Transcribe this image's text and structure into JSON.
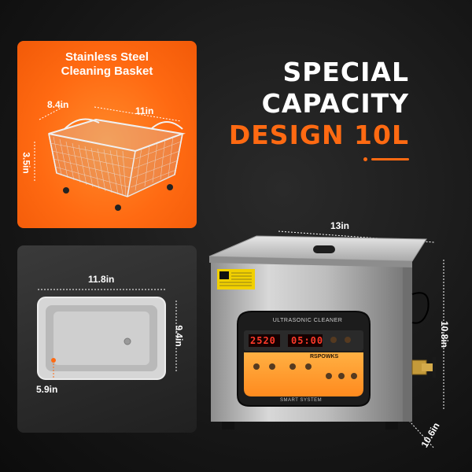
{
  "headline": {
    "line1": "SPECIAL",
    "line2": "CAPACITY",
    "line3": "DESIGN 10L"
  },
  "basket_panel": {
    "title": "Stainless Steel\nCleaning Basket",
    "dim_depth": "8.4in",
    "dim_length": "11in",
    "dim_height": "3.5in"
  },
  "tray_panel": {
    "dim_length": "11.8in",
    "dim_width": "9.4in",
    "dim_depth": "5.9in"
  },
  "cleaner": {
    "dim_width": "13in",
    "dim_height": "10.8in",
    "dim_depth": "10.6in",
    "panel_label": "ULTRASONIC CLEANER",
    "display_left": "2520",
    "display_right": "05:00",
    "brand": "RSPOWKS",
    "system_label": "SMART SYSTEM"
  },
  "colors": {
    "accent": "#ff6a12",
    "background": "#141414"
  }
}
